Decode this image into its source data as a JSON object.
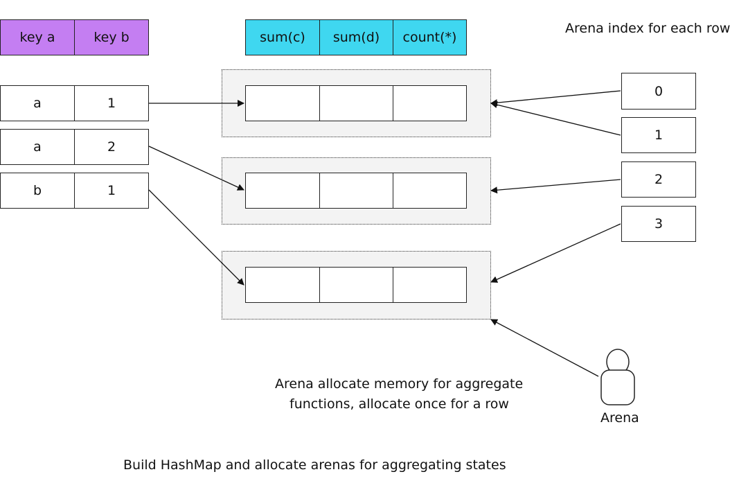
{
  "key_headers": [
    "key a",
    "key b"
  ],
  "agg_headers": [
    "sum(c)",
    "sum(d)",
    "count(*)"
  ],
  "key_rows": [
    {
      "a": "a",
      "b": "1"
    },
    {
      "a": "a",
      "b": "2"
    },
    {
      "a": "b",
      "b": "1"
    }
  ],
  "arena_index_title": "Arena index for each row",
  "arena_indices": [
    "0",
    "1",
    "2",
    "3"
  ],
  "arena_note_line1": "Arena allocate memory for aggregate",
  "arena_note_line2": "functions, allocate once for a row",
  "arena_label": "Arena",
  "caption": "Build HashMap and allocate arenas for aggregating states",
  "colors": {
    "key_header": "#c47ef2",
    "agg_header": "#3fd7f0",
    "group_bg": "#f3f3f3"
  },
  "icons": [
    "person-icon"
  ]
}
